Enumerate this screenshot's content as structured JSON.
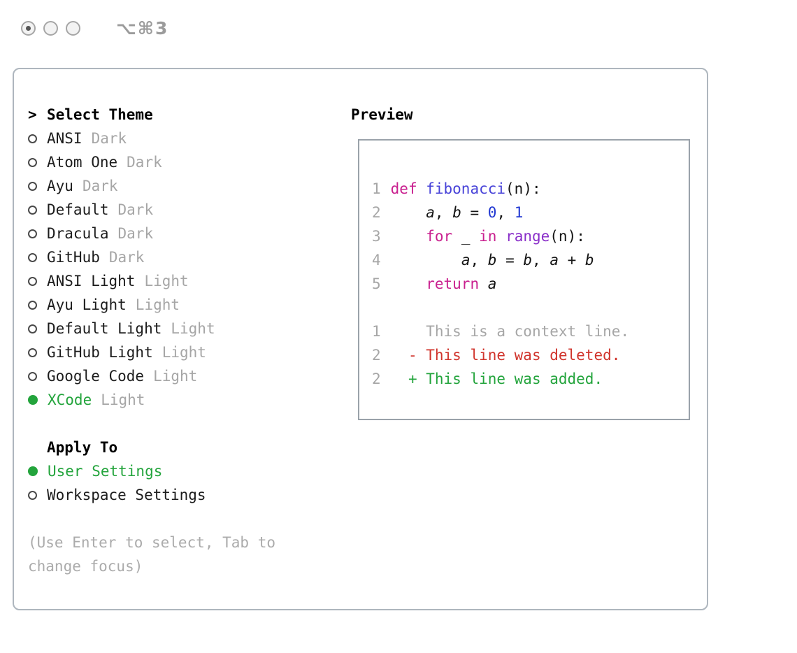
{
  "window": {
    "shortcut": "⌥⌘3"
  },
  "colors": {
    "accent_green": "#23a43c",
    "muted_gray": "#a6a6a6",
    "keyword_magenta": "#c9208f",
    "function_blue": "#4742d8",
    "builtin_purple": "#8a2fc9",
    "number_blue": "#2138d2",
    "deleted_red": "#d0342c",
    "added_green": "#23a43c",
    "border_gray": "#aeb6be"
  },
  "theme_panel": {
    "prompt": ">",
    "title": "Select Theme",
    "themes": [
      {
        "name": "ANSI",
        "variant": "Dark",
        "selected": false
      },
      {
        "name": "Atom One",
        "variant": "Dark",
        "selected": false
      },
      {
        "name": "Ayu",
        "variant": "Dark",
        "selected": false
      },
      {
        "name": "Default",
        "variant": "Dark",
        "selected": false
      },
      {
        "name": "Dracula",
        "variant": "Dark",
        "selected": false
      },
      {
        "name": "GitHub",
        "variant": "Dark",
        "selected": false
      },
      {
        "name": "ANSI Light",
        "variant": "Light",
        "selected": false
      },
      {
        "name": "Ayu Light",
        "variant": "Light",
        "selected": false
      },
      {
        "name": "Default Light",
        "variant": "Light",
        "selected": false
      },
      {
        "name": "GitHub Light",
        "variant": "Light",
        "selected": false
      },
      {
        "name": "Google Code",
        "variant": "Light",
        "selected": false
      },
      {
        "name": "XCode",
        "variant": "Light",
        "selected": true
      }
    ]
  },
  "apply_to": {
    "title": "Apply To",
    "options": [
      {
        "label": "User Settings",
        "selected": true
      },
      {
        "label": "Workspace Settings",
        "selected": false
      }
    ]
  },
  "hint": "(Use Enter to select, Tab to change focus)",
  "preview": {
    "title": "Preview",
    "lines": [
      {
        "num": "1",
        "tokens": [
          {
            "t": "def ",
            "c": "kw"
          },
          {
            "t": "fibonacci",
            "c": "fn"
          },
          {
            "t": "(n):",
            "c": "plain"
          }
        ]
      },
      {
        "num": "2",
        "tokens": [
          {
            "t": "    ",
            "c": "plain"
          },
          {
            "t": "a",
            "c": "var"
          },
          {
            "t": ", ",
            "c": "plain"
          },
          {
            "t": "b",
            "c": "var"
          },
          {
            "t": " = ",
            "c": "plain"
          },
          {
            "t": "0",
            "c": "num"
          },
          {
            "t": ", ",
            "c": "plain"
          },
          {
            "t": "1",
            "c": "num"
          }
        ]
      },
      {
        "num": "3",
        "tokens": [
          {
            "t": "    ",
            "c": "plain"
          },
          {
            "t": "for",
            "c": "kw"
          },
          {
            "t": " _ ",
            "c": "plain"
          },
          {
            "t": "in",
            "c": "kw"
          },
          {
            "t": " ",
            "c": "plain"
          },
          {
            "t": "range",
            "c": "bi"
          },
          {
            "t": "(n):",
            "c": "plain"
          }
        ]
      },
      {
        "num": "4",
        "tokens": [
          {
            "t": "        ",
            "c": "plain"
          },
          {
            "t": "a",
            "c": "var"
          },
          {
            "t": ", ",
            "c": "plain"
          },
          {
            "t": "b",
            "c": "var"
          },
          {
            "t": " = ",
            "c": "plain"
          },
          {
            "t": "b",
            "c": "var"
          },
          {
            "t": ", ",
            "c": "plain"
          },
          {
            "t": "a",
            "c": "var"
          },
          {
            "t": " + ",
            "c": "plain"
          },
          {
            "t": "b",
            "c": "var"
          }
        ]
      },
      {
        "num": "5",
        "tokens": [
          {
            "t": "    ",
            "c": "plain"
          },
          {
            "t": "return",
            "c": "kw"
          },
          {
            "t": " ",
            "c": "plain"
          },
          {
            "t": "a",
            "c": "var"
          }
        ]
      },
      {
        "blank": true
      },
      {
        "num": "1",
        "tokens": [
          {
            "t": "    This is a context line.",
            "c": "ctx"
          }
        ]
      },
      {
        "num": "2",
        "tokens": [
          {
            "t": "  - This line was deleted.",
            "c": "del"
          }
        ]
      },
      {
        "num": "2",
        "tokens": [
          {
            "t": "  + This line was added.",
            "c": "add"
          }
        ]
      }
    ]
  }
}
